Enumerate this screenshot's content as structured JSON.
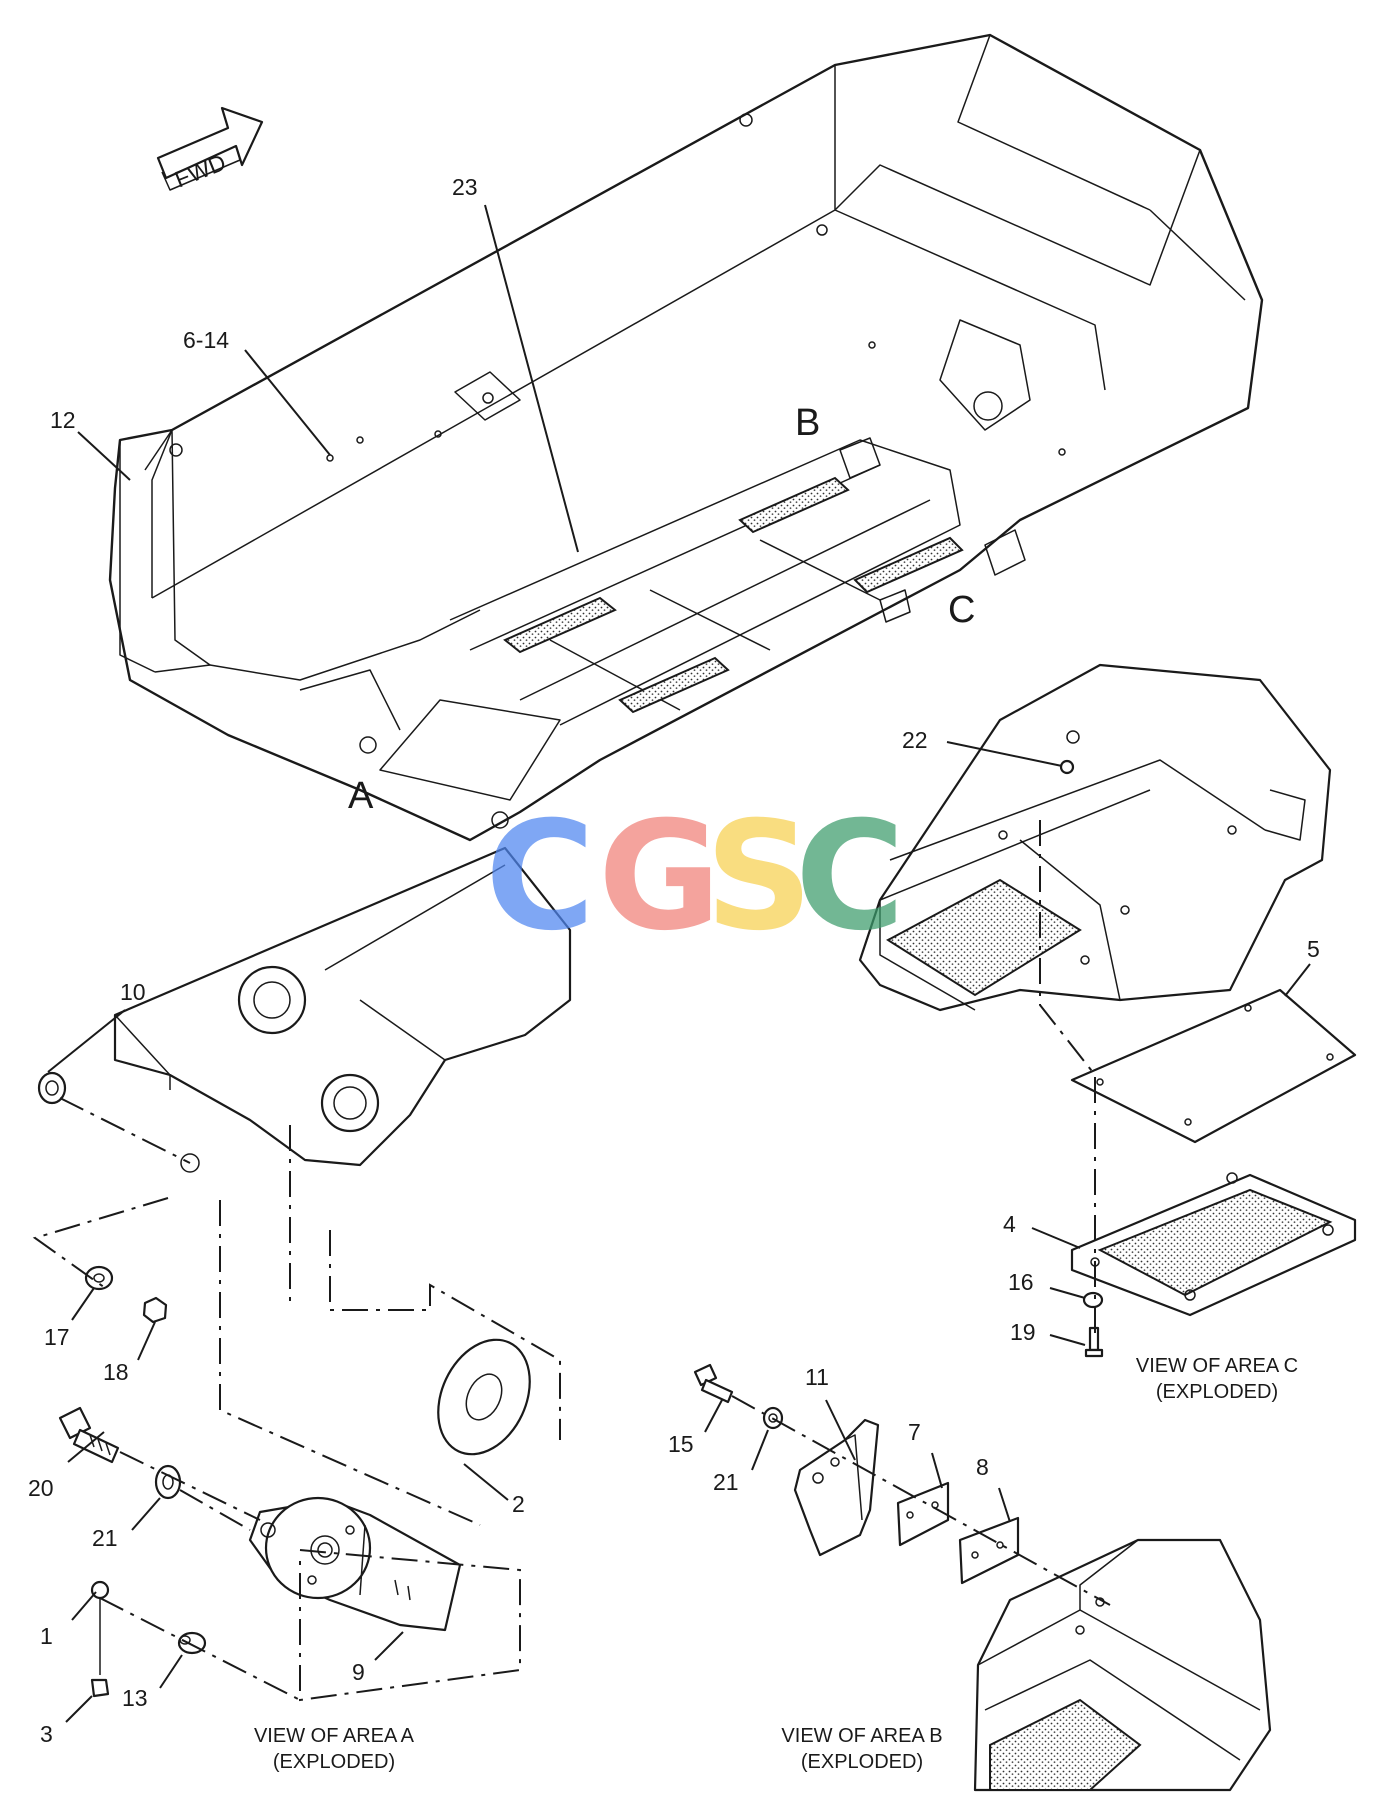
{
  "fwd_arrow": {
    "label": "FWD"
  },
  "callouts": {
    "c1": "1",
    "c2": "2",
    "c3": "3",
    "c4": "4",
    "c5": "5",
    "c6_14": "6-14",
    "c7": "7",
    "c8": "8",
    "c9": "9",
    "c10": "10",
    "c11": "11",
    "c12": "12",
    "c13": "13",
    "c15": "15",
    "c16": "16",
    "c17": "17",
    "c18": "18",
    "c19": "19",
    "c20": "20",
    "c21a": "21",
    "c21b": "21",
    "c22": "22",
    "c23": "23"
  },
  "area_markers": {
    "a": "A",
    "b": "B",
    "c": "C"
  },
  "captions": {
    "area_a": {
      "line1": "VIEW OF AREA A",
      "line2": "(EXPLODED)"
    },
    "area_b": {
      "line1": "VIEW OF AREA B",
      "line2": "(EXPLODED)"
    },
    "area_c": {
      "line1": "VIEW OF AREA C",
      "line2": "(EXPLODED)"
    }
  },
  "watermark": {
    "letters": [
      "C",
      "G",
      "S",
      "C"
    ],
    "colors": [
      "#4f86f0",
      "#f08078",
      "#f8d050",
      "#3c9c6c"
    ]
  }
}
